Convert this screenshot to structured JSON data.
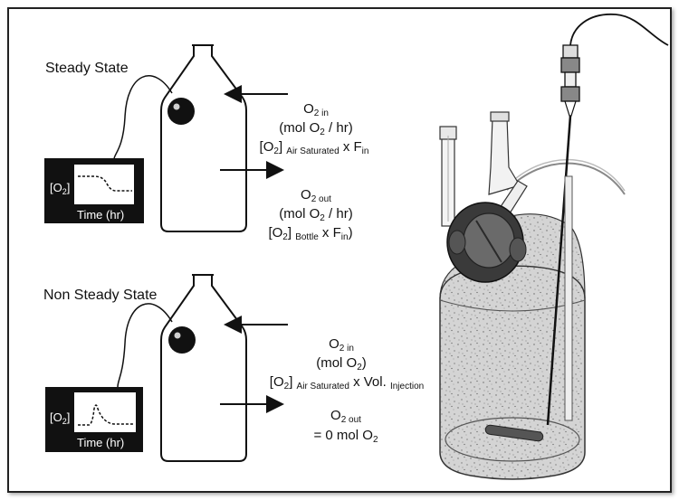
{
  "steady": {
    "title": "Steady State",
    "monitor": {
      "ylabel": "[O",
      "ysub": "2",
      "ylabel_end": "]",
      "xlabel": "Time (hr)"
    },
    "o2_in": {
      "line1_main": "O",
      "line1_sub": "2 in",
      "line2_a": "(mol O",
      "line2_sub": "2",
      "line2_b": " / hr)",
      "line3_a": "[O",
      "line3_sub1": "2",
      "line3_b": "] ",
      "line3_sub2": "Air Saturated",
      "line3_c": " x F",
      "line3_sub3": "in"
    },
    "o2_out": {
      "line1_main": "O",
      "line1_sub": "2 out",
      "line2_a": "(mol O",
      "line2_sub": "2",
      "line2_b": " / hr)",
      "line3_a": "[O",
      "line3_sub1": "2",
      "line3_b": "] ",
      "line3_sub2": "Bottle",
      "line3_c": " x F",
      "line3_sub3": "in",
      "line3_d": ")"
    }
  },
  "nonsteady": {
    "title": "Non Steady State",
    "monitor": {
      "ylabel": "[O",
      "ysub": "2",
      "ylabel_end": "]",
      "xlabel": "Time (hr)"
    },
    "o2_in": {
      "line1_main": "O",
      "line1_sub": "2 in",
      "line2_a": "(mol O",
      "line2_sub": "2",
      "line2_b": ")",
      "line3_a": "[O",
      "line3_sub1": "2",
      "line3_b": "] ",
      "line3_sub2": "Air Saturated",
      "line3_c": " x Vol. ",
      "line3_sub3": "Injection"
    },
    "o2_out": {
      "line1_main": "O",
      "line1_sub": "2 out",
      "line2_a": "= 0 mol O",
      "line2_sub": "2"
    }
  }
}
